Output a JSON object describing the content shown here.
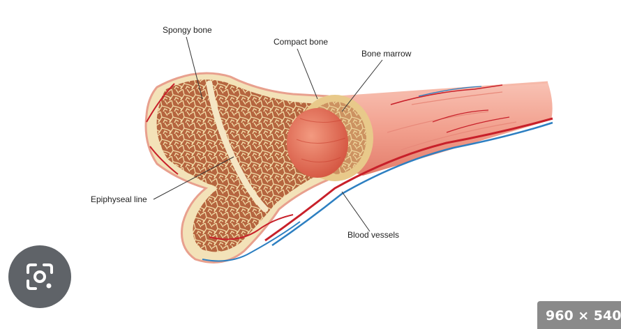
{
  "labels": {
    "spongy_bone": "Spongy bone",
    "compact_bone": "Compact bone",
    "bone_marrow": "Bone marrow",
    "epiphyseal_line": "Epiphyseal line",
    "blood_vessels": "Blood vessels"
  },
  "overlay": {
    "lens_icon": "google-lens-icon",
    "dimensions": "960 × 540"
  },
  "colors": {
    "compact_bone": "#f3e2b8",
    "spongy_fill": "#b5653f",
    "trabecula": "#f1d9a5",
    "shaft": "#f2a08e",
    "marrow": "#e0624b",
    "artery": "#c8202a",
    "vein": "#2d7fc1",
    "lens_bg": "#5f6368",
    "badge_bg": "#8a8a8a"
  }
}
